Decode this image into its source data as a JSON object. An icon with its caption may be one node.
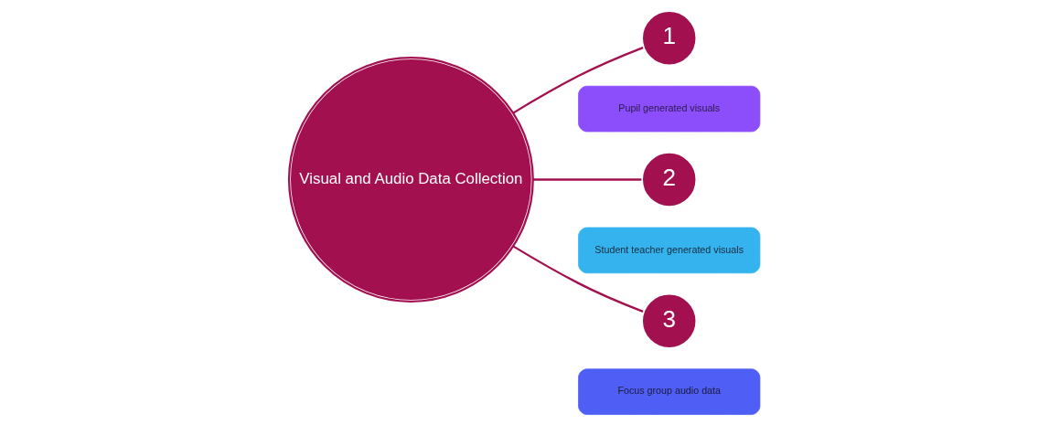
{
  "diagram": {
    "nodes": [
      {
        "text": [
          "Visual and Audio Data Collection"
        ]
      },
      {
        "text": [
          "1"
        ]
      },
      {
        "text": [
          "Pupil generated visuals"
        ]
      },
      {
        "text": [
          "2"
        ]
      },
      {
        "text": [
          "Student teacher generated visuals"
        ]
      },
      {
        "text": [
          "3"
        ]
      },
      {
        "text": [
          "Focus group audio data"
        ]
      }
    ],
    "edges": [
      {
        "from": 0,
        "to": 1,
        "arrow": "none"
      },
      {
        "from": 0,
        "to": 3,
        "arrow": "none"
      },
      {
        "from": 0,
        "to": 5,
        "arrow": "none"
      }
    ]
  }
}
